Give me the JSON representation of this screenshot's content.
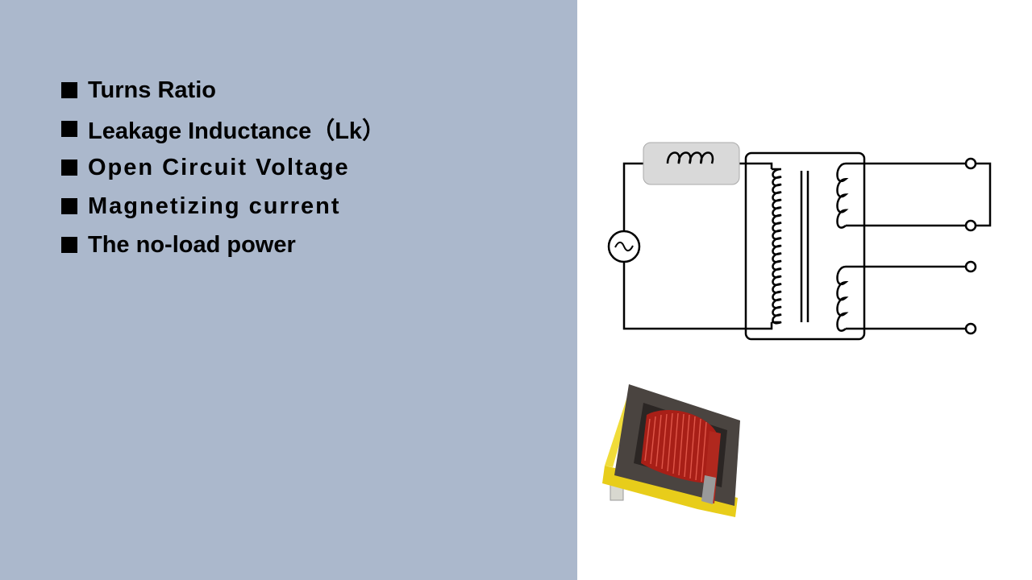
{
  "slide": {
    "bullets": [
      {
        "text": "Turns Ratio"
      },
      {
        "text": "Leakage Inductance（Lk）"
      },
      {
        "text": "Open Circuit Voltage"
      },
      {
        "text": "Magnetizing current"
      },
      {
        "text": "The no-load power"
      }
    ],
    "colors": {
      "left_panel": "#abb8cc",
      "text": "#000000",
      "inductor_highlight": "#d9d9d9"
    }
  },
  "diagram": {
    "type": "transformer-schematic",
    "components": [
      "ac-source-icon",
      "leakage-inductor-icon",
      "primary-winding",
      "core",
      "secondary-winding",
      "secondary-winding",
      "terminal-icon"
    ]
  },
  "photo": {
    "subject": "transformer-photo",
    "colors": {
      "bobbin": "#e8d21a",
      "winding": "#b2231c",
      "core": "#4a4440"
    }
  }
}
